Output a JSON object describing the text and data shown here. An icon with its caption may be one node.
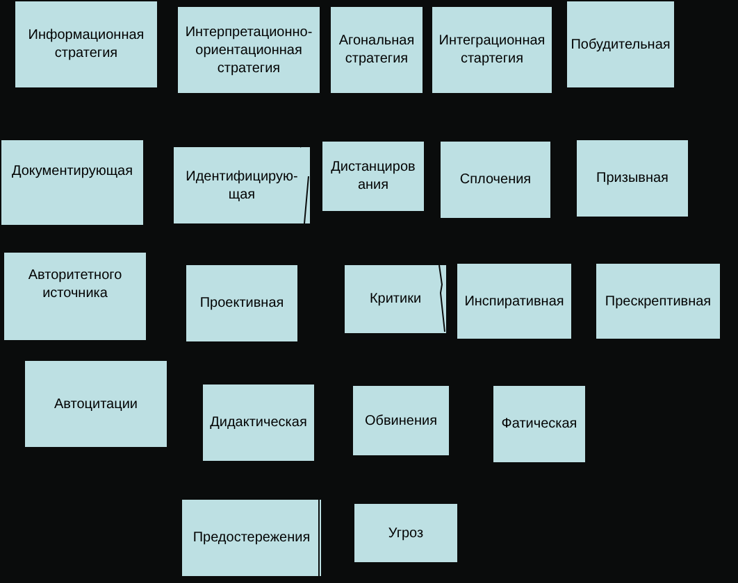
{
  "diagram": {
    "nodes": [
      {
        "text": [
          "Информационная стратегия"
        ]
      },
      {
        "text": [
          "Интерпретационно-ориентационная стратегия"
        ]
      },
      {
        "text": [
          "Агональная стратегия"
        ]
      },
      {
        "text": [
          "Интеграционная стартегия"
        ]
      },
      {
        "text": [
          "Побудительная"
        ]
      },
      {
        "text": [
          "Документирующая"
        ]
      },
      {
        "text": [
          "Идентифицирую-щая"
        ]
      },
      {
        "text": [
          "Дистанцирования"
        ]
      },
      {
        "text": [
          "Сплочения"
        ]
      },
      {
        "text": [
          "Призывная"
        ]
      },
      {
        "text": [
          "Авторитетного источника"
        ]
      },
      {
        "text": [
          "Проективная"
        ]
      },
      {
        "text": [
          "Критики"
        ]
      },
      {
        "text": [
          "Инспиративная"
        ]
      },
      {
        "text": [
          "Прескрептивная"
        ]
      },
      {
        "text": [
          "Автоцитации"
        ]
      },
      {
        "text": [
          "Дидактическая"
        ]
      },
      {
        "text": [
          "Обвинения"
        ]
      },
      {
        "text": [
          "Фатическая"
        ]
      },
      {
        "text": [
          "Предостережения"
        ]
      },
      {
        "text": [
          "Угроз"
        ]
      }
    ]
  }
}
